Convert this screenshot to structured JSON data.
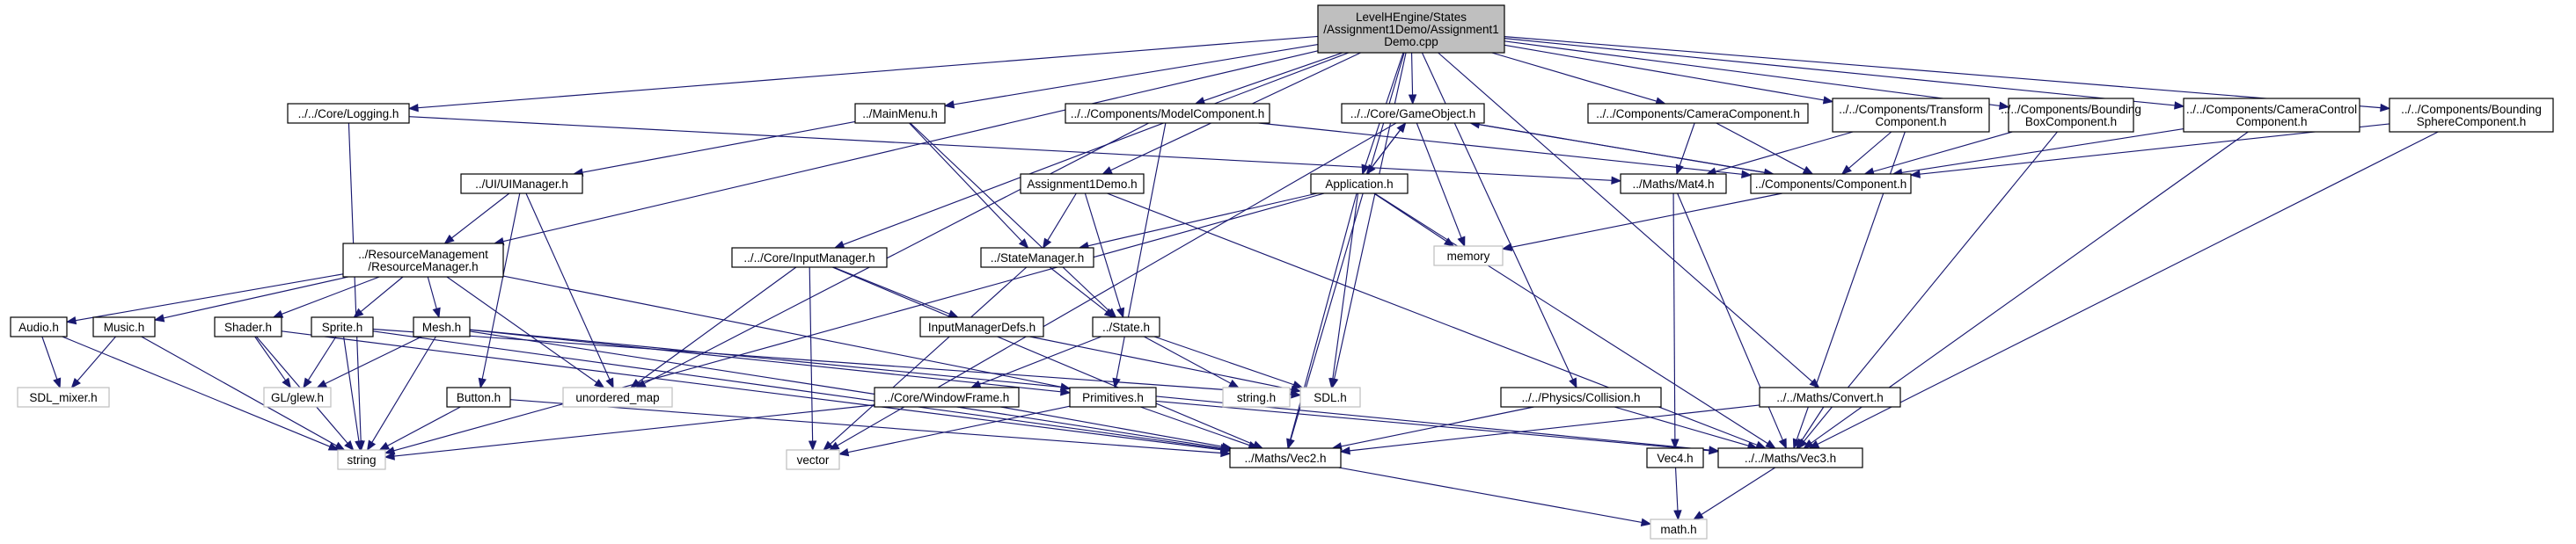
{
  "diagram": {
    "type": "include-dependency-graph",
    "colors": {
      "edge": "#191970",
      "root_fill": "#bfbfbf",
      "node_border": "#000000",
      "external_border": "#bfbfbf",
      "background": "#ffffff"
    },
    "nodes": [
      {
        "id": "root",
        "lines": [
          "LevelHEngine/States",
          "/Assignment1Demo/Assignment1",
          "Demo.cpp"
        ],
        "kind": "root"
      },
      {
        "id": "logging",
        "lines": [
          "../../Core/Logging.h"
        ],
        "kind": "local"
      },
      {
        "id": "mainmenu",
        "lines": [
          "../MainMenu.h"
        ],
        "kind": "local"
      },
      {
        "id": "modelcomp",
        "lines": [
          "../../Components/ModelComponent.h"
        ],
        "kind": "local"
      },
      {
        "id": "gameobject",
        "lines": [
          "../../Core/GameObject.h"
        ],
        "kind": "local"
      },
      {
        "id": "cameracomp",
        "lines": [
          "../../Components/CameraComponent.h"
        ],
        "kind": "local"
      },
      {
        "id": "transform",
        "lines": [
          "../../Components/Transform",
          "Component.h"
        ],
        "kind": "local"
      },
      {
        "id": "boundingbox",
        "lines": [
          "../../Components/Bounding",
          "BoxComponent.h"
        ],
        "kind": "local"
      },
      {
        "id": "cameracontrol",
        "lines": [
          "../../Components/CameraControl",
          "Component.h"
        ],
        "kind": "local"
      },
      {
        "id": "boundingsphere",
        "lines": [
          "../../Components/Bounding",
          "SphereComponent.h"
        ],
        "kind": "local"
      },
      {
        "id": "uimanager",
        "lines": [
          "../UI/UIManager.h"
        ],
        "kind": "local"
      },
      {
        "id": "assignment1demo",
        "lines": [
          "Assignment1Demo.h"
        ],
        "kind": "local"
      },
      {
        "id": "application",
        "lines": [
          "Application.h"
        ],
        "kind": "local"
      },
      {
        "id": "mat4",
        "lines": [
          "../Maths/Mat4.h"
        ],
        "kind": "local"
      },
      {
        "id": "component",
        "lines": [
          "../Components/Component.h"
        ],
        "kind": "local"
      },
      {
        "id": "resourcemanager",
        "lines": [
          "../ResourceManagement",
          "/ResourceManager.h"
        ],
        "kind": "local"
      },
      {
        "id": "inputmanager",
        "lines": [
          "../../Core/InputManager.h"
        ],
        "kind": "local"
      },
      {
        "id": "statemanager",
        "lines": [
          "../StateManager.h"
        ],
        "kind": "local"
      },
      {
        "id": "memory",
        "lines": [
          "memory"
        ],
        "kind": "external"
      },
      {
        "id": "audio",
        "lines": [
          "Audio.h"
        ],
        "kind": "local"
      },
      {
        "id": "music",
        "lines": [
          "Music.h"
        ],
        "kind": "local"
      },
      {
        "id": "shader",
        "lines": [
          "Shader.h"
        ],
        "kind": "local"
      },
      {
        "id": "sprite",
        "lines": [
          "Sprite.h"
        ],
        "kind": "local"
      },
      {
        "id": "mesh",
        "lines": [
          "Mesh.h"
        ],
        "kind": "local"
      },
      {
        "id": "inputmanagerdefs",
        "lines": [
          "InputManagerDefs.h"
        ],
        "kind": "local"
      },
      {
        "id": "state",
        "lines": [
          "../State.h"
        ],
        "kind": "local"
      },
      {
        "id": "sdlmixer",
        "lines": [
          "SDL_mixer.h"
        ],
        "kind": "external"
      },
      {
        "id": "glew",
        "lines": [
          "GL/glew.h"
        ],
        "kind": "external"
      },
      {
        "id": "unorderedmap",
        "lines": [
          "unordered_map"
        ],
        "kind": "external"
      },
      {
        "id": "sdl",
        "lines": [
          "SDL.h"
        ],
        "kind": "external"
      },
      {
        "id": "stringh",
        "lines": [
          "string.h"
        ],
        "kind": "external"
      },
      {
        "id": "windowframe",
        "lines": [
          "../Core/WindowFrame.h"
        ],
        "kind": "local"
      },
      {
        "id": "primitives",
        "lines": [
          "Primitives.h"
        ],
        "kind": "local"
      },
      {
        "id": "collision",
        "lines": [
          "../../Physics/Collision.h"
        ],
        "kind": "local"
      },
      {
        "id": "convert",
        "lines": [
          "../../Maths/Convert.h"
        ],
        "kind": "local"
      },
      {
        "id": "button",
        "lines": [
          "Button.h"
        ],
        "kind": "local"
      },
      {
        "id": "string",
        "lines": [
          "string"
        ],
        "kind": "external"
      },
      {
        "id": "vector",
        "lines": [
          "vector"
        ],
        "kind": "external"
      },
      {
        "id": "vec2",
        "lines": [
          "../Maths/Vec2.h"
        ],
        "kind": "local"
      },
      {
        "id": "vec4",
        "lines": [
          "Vec4.h"
        ],
        "kind": "local"
      },
      {
        "id": "vec3",
        "lines": [
          "../../Maths/Vec3.h"
        ],
        "kind": "local"
      },
      {
        "id": "math",
        "lines": [
          "math.h"
        ],
        "kind": "external"
      }
    ],
    "edges": [
      [
        "root",
        "logging"
      ],
      [
        "root",
        "mainmenu"
      ],
      [
        "root",
        "modelcomp"
      ],
      [
        "root",
        "gameobject"
      ],
      [
        "root",
        "cameracomp"
      ],
      [
        "root",
        "transform"
      ],
      [
        "root",
        "boundingbox"
      ],
      [
        "root",
        "cameracontrol"
      ],
      [
        "root",
        "boundingsphere"
      ],
      [
        "root",
        "resourcemanager"
      ],
      [
        "root",
        "inputmanager"
      ],
      [
        "root",
        "assignment1demo"
      ],
      [
        "root",
        "application"
      ],
      [
        "root",
        "sdl"
      ],
      [
        "root",
        "vec2"
      ],
      [
        "root",
        "collision"
      ],
      [
        "root",
        "convert"
      ],
      [
        "logging",
        "mat4"
      ],
      [
        "logging",
        "string"
      ],
      [
        "mainmenu",
        "uimanager"
      ],
      [
        "mainmenu",
        "statemanager"
      ],
      [
        "mainmenu",
        "state"
      ],
      [
        "modelcomp",
        "component"
      ],
      [
        "modelcomp",
        "unorderedmap"
      ],
      [
        "modelcomp",
        "primitives"
      ],
      [
        "gameobject",
        "component"
      ],
      [
        "gameobject",
        "application"
      ],
      [
        "gameobject",
        "memory"
      ],
      [
        "gameobject",
        "vector"
      ],
      [
        "cameracomp",
        "component"
      ],
      [
        "cameracomp",
        "mat4"
      ],
      [
        "transform",
        "component"
      ],
      [
        "transform",
        "mat4"
      ],
      [
        "transform",
        "vec3"
      ],
      [
        "boundingbox",
        "component"
      ],
      [
        "boundingbox",
        "vec3"
      ],
      [
        "cameracontrol",
        "component"
      ],
      [
        "cameracontrol",
        "vec3"
      ],
      [
        "boundingsphere",
        "component"
      ],
      [
        "boundingsphere",
        "vec3"
      ],
      [
        "uimanager",
        "resourcemanager"
      ],
      [
        "uimanager",
        "button"
      ],
      [
        "uimanager",
        "unorderedmap"
      ],
      [
        "assignment1demo",
        "statemanager"
      ],
      [
        "assignment1demo",
        "state"
      ],
      [
        "assignment1demo",
        "vec3"
      ],
      [
        "application",
        "gameobject"
      ],
      [
        "application",
        "statemanager"
      ],
      [
        "application",
        "memory"
      ],
      [
        "application",
        "sdl"
      ],
      [
        "application",
        "vec2"
      ],
      [
        "application",
        "vec3"
      ],
      [
        "application",
        "string"
      ],
      [
        "component",
        "gameobject"
      ],
      [
        "component",
        "memory"
      ],
      [
        "mat4",
        "vec4"
      ],
      [
        "mat4",
        "vec3"
      ],
      [
        "resourcemanager",
        "audio"
      ],
      [
        "resourcemanager",
        "music"
      ],
      [
        "resourcemanager",
        "shader"
      ],
      [
        "resourcemanager",
        "sprite"
      ],
      [
        "resourcemanager",
        "mesh"
      ],
      [
        "resourcemanager",
        "unorderedmap"
      ],
      [
        "resourcemanager",
        "primitives"
      ],
      [
        "inputmanager",
        "inputmanagerdefs"
      ],
      [
        "inputmanager",
        "unorderedmap"
      ],
      [
        "inputmanager",
        "vector"
      ],
      [
        "inputmanager",
        "vec2"
      ],
      [
        "statemanager",
        "state"
      ],
      [
        "statemanager",
        "vector"
      ],
      [
        "state",
        "windowframe"
      ],
      [
        "state",
        "sdl"
      ],
      [
        "state",
        "stringh"
      ],
      [
        "inputmanagerdefs",
        "sdl"
      ],
      [
        "audio",
        "sdlmixer"
      ],
      [
        "audio",
        "string"
      ],
      [
        "music",
        "sdlmixer"
      ],
      [
        "music",
        "string"
      ],
      [
        "shader",
        "glew"
      ],
      [
        "shader",
        "string"
      ],
      [
        "shader",
        "vec2"
      ],
      [
        "sprite",
        "glew"
      ],
      [
        "sprite",
        "string"
      ],
      [
        "sprite",
        "sdl"
      ],
      [
        "sprite",
        "vec2"
      ],
      [
        "mesh",
        "glew"
      ],
      [
        "mesh",
        "string"
      ],
      [
        "mesh",
        "primitives"
      ],
      [
        "mesh",
        "vec2"
      ],
      [
        "mesh",
        "vec3"
      ],
      [
        "windowframe",
        "string"
      ],
      [
        "windowframe",
        "vec2"
      ],
      [
        "primitives",
        "vector"
      ],
      [
        "primitives",
        "vec2"
      ],
      [
        "primitives",
        "vec3"
      ],
      [
        "collision",
        "vec2"
      ],
      [
        "collision",
        "vec3"
      ],
      [
        "convert",
        "vec2"
      ],
      [
        "convert",
        "vec3"
      ],
      [
        "button",
        "string"
      ],
      [
        "button",
        "vec2"
      ],
      [
        "vec2",
        "math"
      ],
      [
        "vec4",
        "math"
      ],
      [
        "vec3",
        "math"
      ]
    ]
  }
}
